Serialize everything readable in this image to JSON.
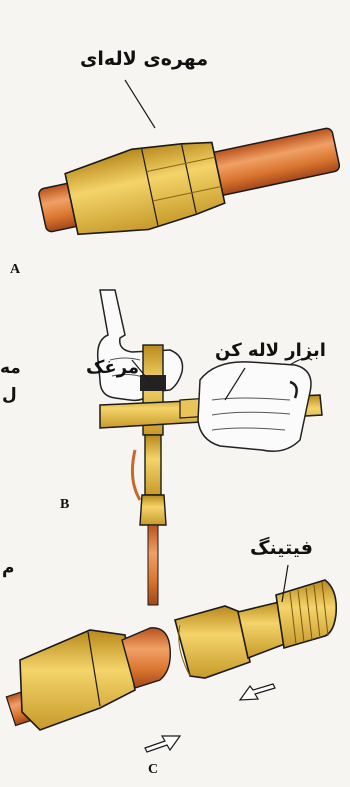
{
  "labels": {
    "flare_nut": "مهره‌ی لاله‌ای",
    "flaring_tool": "ابزار لاله کن",
    "yoke": "مرغک",
    "fitting": "فیتینگ"
  },
  "panels": {
    "a": "A",
    "b": "B",
    "c": "C"
  },
  "edge_fragments": {
    "top": "مه",
    "mid": "ل",
    "bottom": "م"
  },
  "colors": {
    "copper": "#d9752f",
    "brass": "#e8c24a",
    "outline": "#1a1a1a"
  }
}
